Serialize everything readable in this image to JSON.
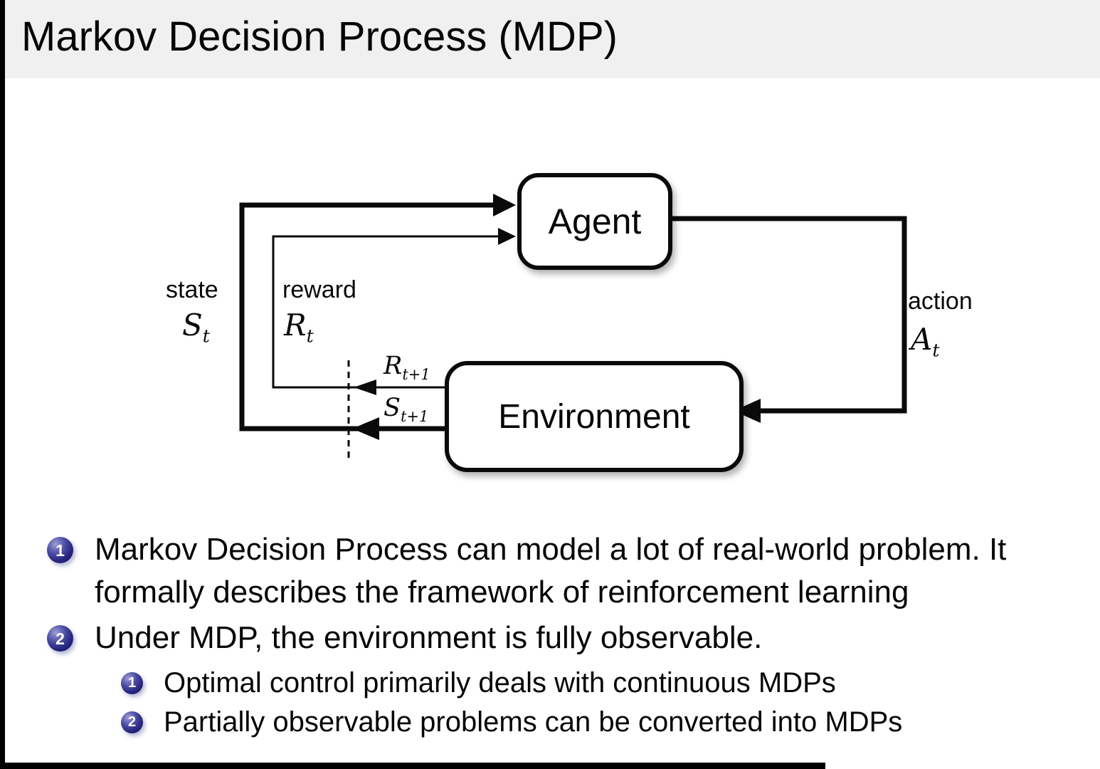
{
  "title": "Markov Decision Process (MDP)",
  "diagram": {
    "agent_label": "Agent",
    "environment_label": "Environment",
    "state_word": "state",
    "state_sym": "S",
    "state_sub": "t",
    "reward_word": "reward",
    "reward_sym": "R",
    "reward_sub": "t",
    "action_word": "action",
    "action_sym": "A",
    "action_sub": "t",
    "next_reward_sym": "R",
    "next_reward_sub": "t+1",
    "next_state_sym": "S",
    "next_state_sub": "t+1"
  },
  "bullets": [
    {
      "num": "1",
      "text": "Markov Decision Process can model a lot of real-world problem. It formally describes the framework of reinforcement learning"
    },
    {
      "num": "2",
      "text": "Under MDP, the environment is fully observable."
    }
  ],
  "sub_bullets": [
    {
      "num": "1",
      "text": "Optimal control primarily deals with continuous MDPs"
    },
    {
      "num": "2",
      "text": "Partially observable problems can be converted into MDPs"
    }
  ],
  "colors": {
    "header_bg": "#f0f0f0",
    "body_bg": "#ffffff",
    "ball_blue": "#23237c",
    "line_black": "#0a0a0a"
  }
}
